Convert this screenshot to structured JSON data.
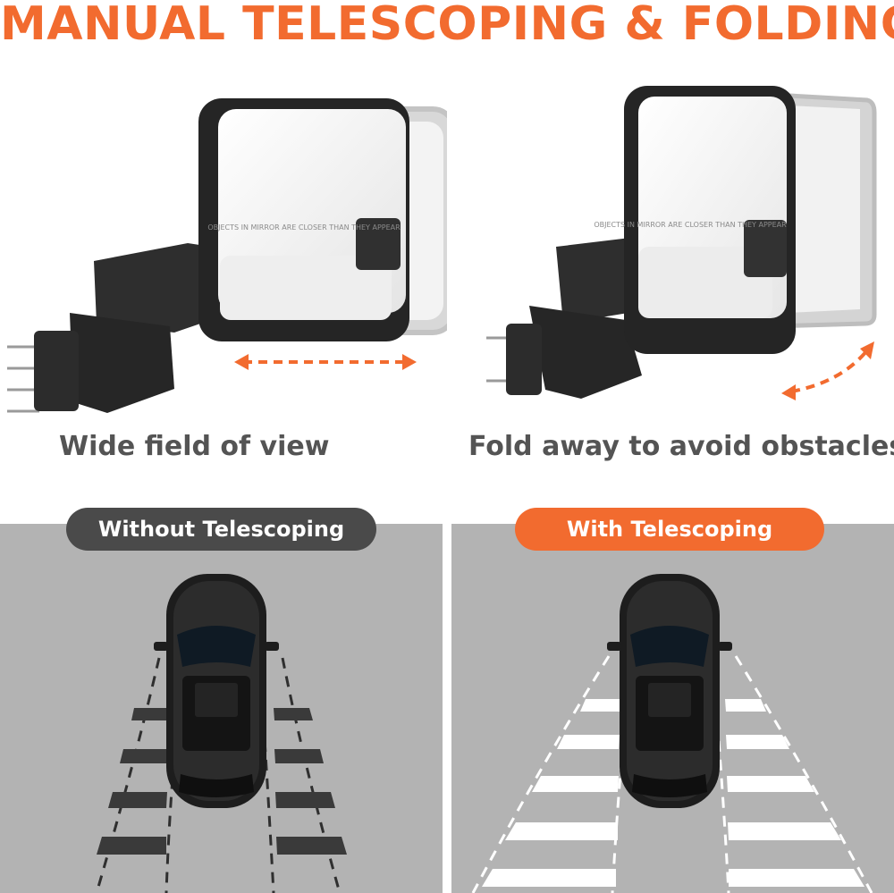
{
  "headline": "MANUAL TELESCOPING & FOLDING",
  "features": [
    {
      "caption": "Wide field of view",
      "mirror_text": "OBJECTS IN MIRROR ARE CLOSER THAN THEY APPEAR"
    },
    {
      "caption": "Fold away to avoid obstacles",
      "mirror_text": "OBJECTS IN MIRROR ARE CLOSER THAN THEY APPEAR"
    }
  ],
  "comparison": {
    "without_label": "Without Telescoping",
    "with_label": "With Telescoping"
  },
  "colors": {
    "accent": "#f26b2f",
    "dark_pill": "#4a4a4a",
    "road": "#b3b3b3",
    "caption_text": "#545454"
  }
}
